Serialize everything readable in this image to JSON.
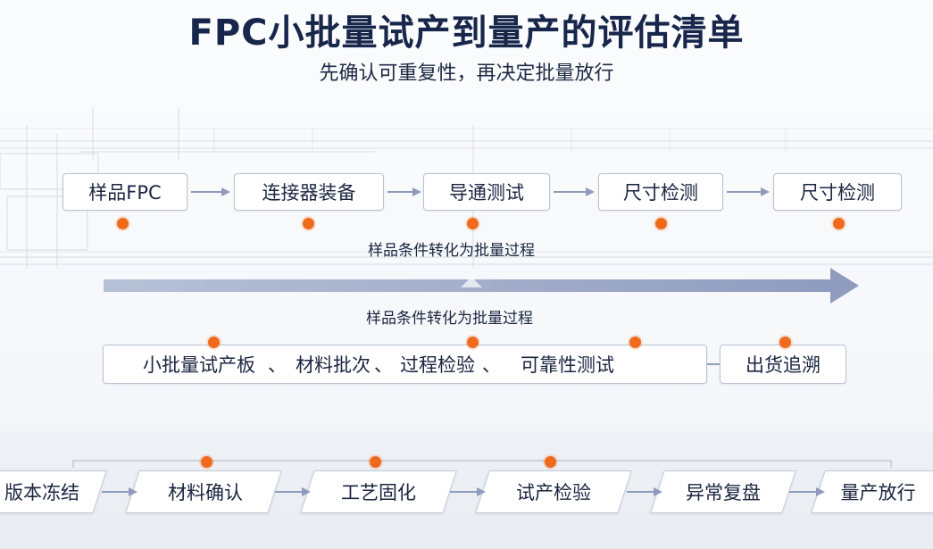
{
  "header": {
    "title": "FPC小批量试产到量产的评估清单",
    "subtitle": "先确认可重复性，再决定批量放行"
  },
  "top_flow": {
    "steps": [
      "样品FPC",
      "连接器装备",
      "导通测试",
      "尺寸检测",
      "尺寸检测"
    ],
    "caption": "样品条件转化为批量过程"
  },
  "transition_caption": "样品条件转化为批量过程",
  "middle_flow": {
    "group_items": [
      "小批量试产板",
      "、",
      "材料批次",
      "、",
      "过程检验",
      "、",
      "可靠性测试"
    ],
    "final_step": "出货追溯"
  },
  "bottom_flow": {
    "steps": [
      "版本冻结",
      "材料确认",
      "工艺固化",
      "试产检验",
      "异常复盘",
      "量产放行"
    ]
  },
  "colors": {
    "accent": "#f06a1c",
    "arrow": "#8f9bbd",
    "title": "#17264a"
  }
}
